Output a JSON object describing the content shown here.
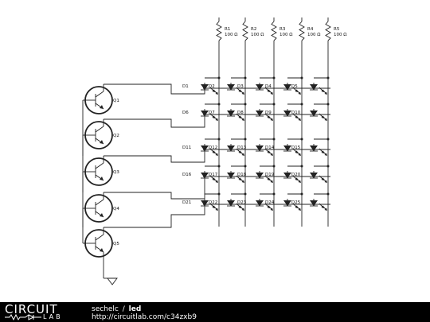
{
  "footer": {
    "logo_top": "CIRCUIT",
    "logo_bottom": "LAB",
    "author": "sechelc",
    "separator": "/",
    "project": "led",
    "url": "http://circuitlab.com/c34zxb9"
  },
  "schematic": {
    "transistors": [
      "Q1",
      "Q2",
      "Q3",
      "Q4",
      "Q5"
    ],
    "resistors": [
      {
        "name": "R1",
        "value": "100 Ω"
      },
      {
        "name": "R2",
        "value": "100 Ω"
      },
      {
        "name": "R3",
        "value": "100 Ω"
      },
      {
        "name": "R4",
        "value": "100 Ω"
      },
      {
        "name": "R5",
        "value": "100 Ω"
      }
    ],
    "diodes": [
      [
        "D1",
        "D2",
        "D3",
        "D4",
        "D5"
      ],
      [
        "D6",
        "D7",
        "D8",
        "D9",
        "D10"
      ],
      [
        "D11",
        "D12",
        "D13",
        "D14",
        "D15"
      ],
      [
        "D16",
        "D17",
        "D18",
        "D19",
        "D20"
      ],
      [
        "D21",
        "D22",
        "D23",
        "D24",
        "D25"
      ]
    ]
  }
}
